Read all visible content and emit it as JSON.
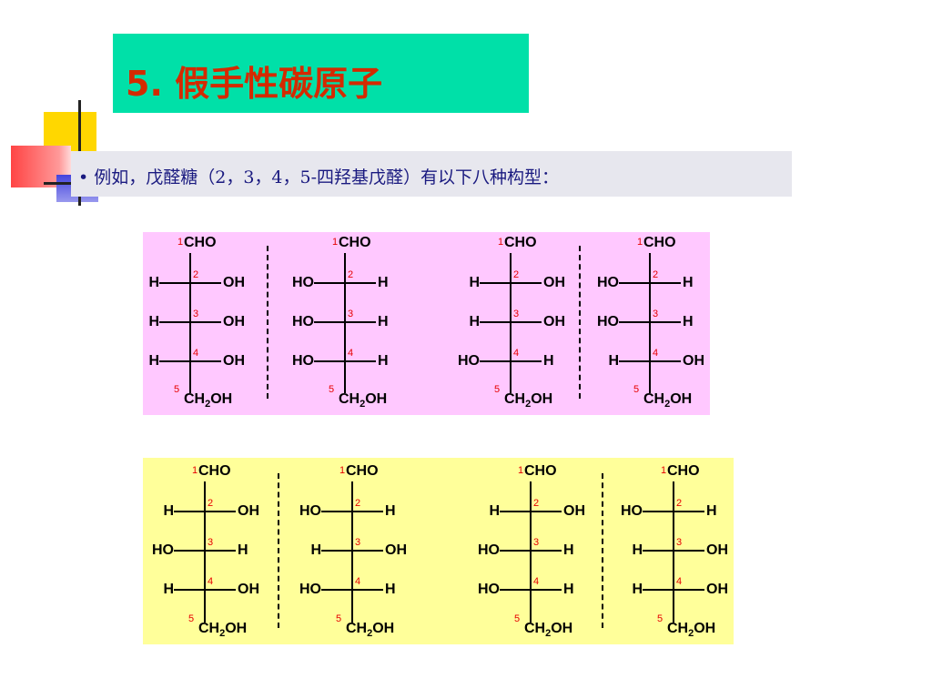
{
  "title": "5. 假手性碳原子",
  "bullet": "• 例如，戊醛糖（2，3，4，5-四羟基戊醛）有以下八种构型：",
  "colors": {
    "title_bg": "#00e0a8",
    "title_text": "#d42a00",
    "pink_panel": "#ffc8ff",
    "yellow_panel": "#ffff9a",
    "carbon_number": "#e60000"
  },
  "top_group": {
    "name": "pink-panel",
    "structures": [
      {
        "top": "CHO",
        "rows": [
          [
            "H",
            "OH"
          ],
          [
            "H",
            "OH"
          ],
          [
            "H",
            "OH"
          ]
        ],
        "bottom_pre": "CH",
        "bottom_sub": "2",
        "bottom_post": "OH",
        "numbers": [
          "1",
          "2",
          "3",
          "4",
          "5"
        ]
      },
      {
        "top": "CHO",
        "rows": [
          [
            "HO",
            "H"
          ],
          [
            "HO",
            "H"
          ],
          [
            "HO",
            "H"
          ]
        ],
        "bottom_pre": "CH",
        "bottom_sub": "2",
        "bottom_post": "OH",
        "numbers": [
          "1",
          "2",
          "3",
          "4",
          "5"
        ]
      },
      {
        "top": "CHO",
        "rows": [
          [
            "H",
            "OH"
          ],
          [
            "H",
            "OH"
          ],
          [
            "HO",
            "H"
          ]
        ],
        "bottom_pre": "CH",
        "bottom_sub": "2",
        "bottom_post": "OH",
        "numbers": [
          "1",
          "2",
          "3",
          "4",
          "5"
        ]
      },
      {
        "top": "CHO",
        "rows": [
          [
            "HO",
            "H"
          ],
          [
            "HO",
            "H"
          ],
          [
            "H",
            "OH"
          ]
        ],
        "bottom_pre": "CH",
        "bottom_sub": "2",
        "bottom_post": "OH",
        "numbers": [
          "1",
          "2",
          "3",
          "4",
          "5"
        ]
      }
    ]
  },
  "bottom_group": {
    "name": "yellow-panel",
    "structures": [
      {
        "top": "CHO",
        "rows": [
          [
            "H",
            "OH"
          ],
          [
            "HO",
            "H"
          ],
          [
            "H",
            "OH"
          ]
        ],
        "bottom_pre": "CH",
        "bottom_sub": "2",
        "bottom_post": "OH",
        "numbers": [
          "1",
          "2",
          "3",
          "4",
          "5"
        ]
      },
      {
        "top": "CHO",
        "rows": [
          [
            "HO",
            "H"
          ],
          [
            "H",
            "OH"
          ],
          [
            "HO",
            "H"
          ]
        ],
        "bottom_pre": "CH",
        "bottom_sub": "2",
        "bottom_post": "OH",
        "numbers": [
          "1",
          "2",
          "3",
          "4",
          "5"
        ]
      },
      {
        "top": "CHO",
        "rows": [
          [
            "H",
            "OH"
          ],
          [
            "HO",
            "H"
          ],
          [
            "HO",
            "H"
          ]
        ],
        "bottom_pre": "CH",
        "bottom_sub": "2",
        "bottom_post": "OH",
        "numbers": [
          "1",
          "2",
          "3",
          "4",
          "5"
        ]
      },
      {
        "top": "CHO",
        "rows": [
          [
            "HO",
            "H"
          ],
          [
            "H",
            "OH"
          ],
          [
            "H",
            "OH"
          ]
        ],
        "bottom_pre": "CH",
        "bottom_sub": "2",
        "bottom_post": "OH",
        "numbers": [
          "1",
          "2",
          "3",
          "4",
          "5"
        ]
      }
    ]
  }
}
